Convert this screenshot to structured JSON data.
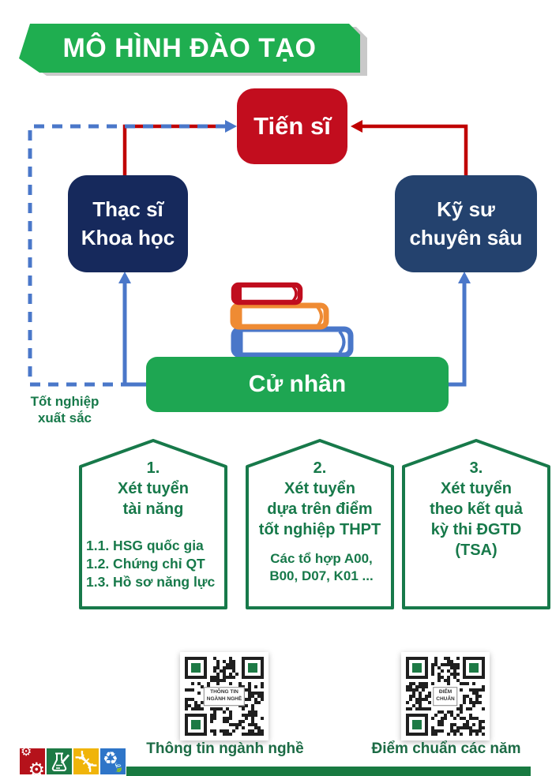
{
  "colors": {
    "header_green": "#1fae50",
    "banner_shadow": "#c9c9c9",
    "red": "#c20d1e",
    "red_line": "#c00000",
    "navy_left": "#16295c",
    "navy_right": "#24426e",
    "blue_line": "#4a77c9",
    "green_box": "#1ea652",
    "pennant_green": "#17794a",
    "caption_green": "#1c6b45",
    "bar_green": "#187a41",
    "book_red": "#c00d1e",
    "book_orange": "#ef8b33",
    "book_blue": "#4a77c9",
    "tile_red": "#b5121b",
    "tile_green": "#1d7a45",
    "tile_yellow": "#f0b40a",
    "tile_blue": "#2e75c8",
    "qr_dark": "#1f1f1f"
  },
  "header": {
    "title": "MÔ HÌNH ĐÀO TẠO"
  },
  "flowchart": {
    "nodes": {
      "tien_si": {
        "label": "Tiến sĩ"
      },
      "thac_si": {
        "label": "Thạc sĩ\nKhoa học"
      },
      "ky_su": {
        "label": "Kỹ sư\nchuyên sâu"
      },
      "cu_nhan": {
        "label": "Cử nhân"
      }
    },
    "edge_note": {
      "label": "Tốt nghiệp\nxuất sắc"
    }
  },
  "admission_paths": [
    {
      "heading": "1.\nXét tuyển\ntài năng",
      "body": "1.1. HSG quốc gia\n1.2. Chứng chỉ QT\n1.3. Hồ sơ năng lực"
    },
    {
      "heading": "2.\nXét tuyển\ndựa trên điểm\ntốt nghiệp THPT",
      "body": "Các tổ hợp A00,\nB00, D07, K01 ..."
    },
    {
      "heading": "3.\nXét tuyển\ntheo kết quả\nkỳ thi ĐGTD\n(TSA)",
      "body": ""
    }
  ],
  "qr_section": [
    {
      "center_label": "THÔNG TIN\nNGÀNH NGHỀ",
      "caption": "Thông tin ngành nghề"
    },
    {
      "center_label": "ĐIỂM\nCHUẨN",
      "caption": "Điểm chuẩn các năm"
    }
  ],
  "footer": {
    "icons": [
      "gears-icon",
      "flask-icon",
      "dna-icon",
      "recycle-icon"
    ]
  }
}
